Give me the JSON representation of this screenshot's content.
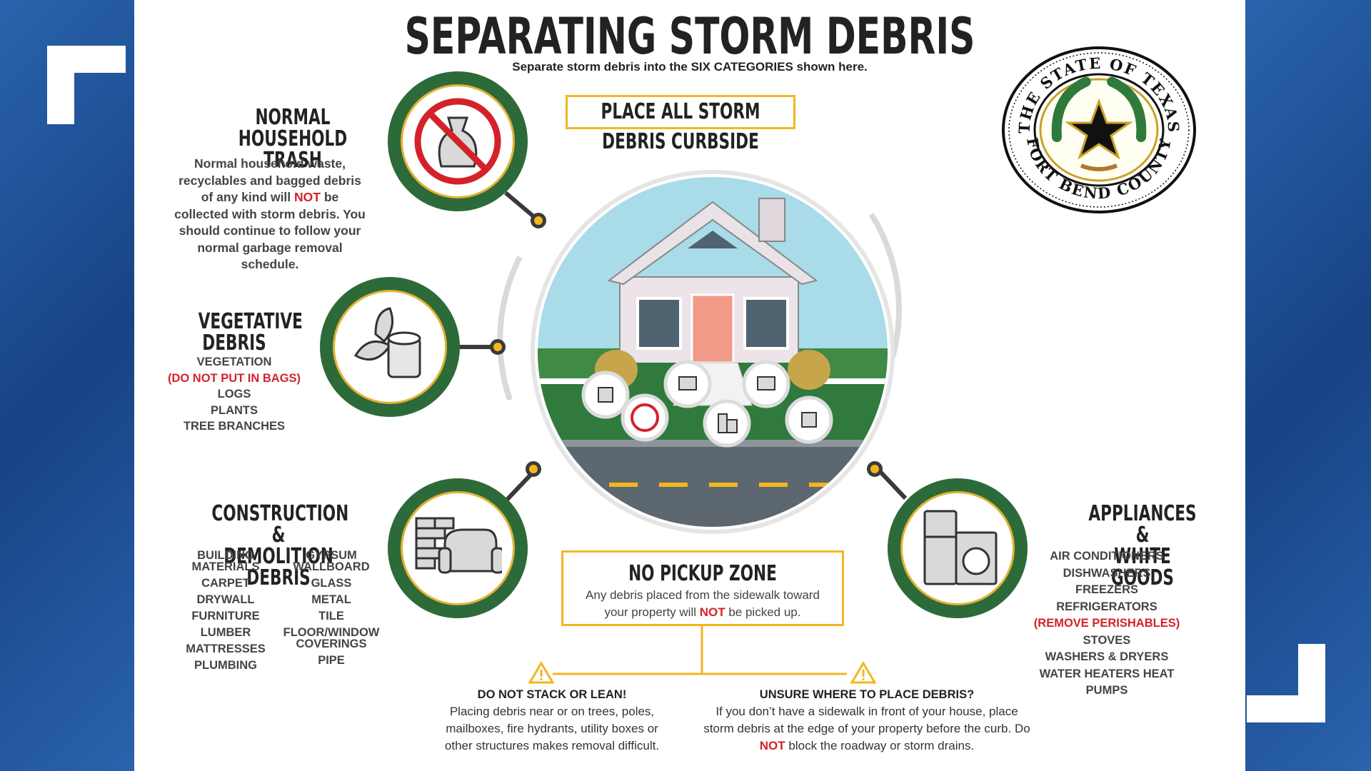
{
  "header": {
    "title": "SEPARATING STORM DEBRIS",
    "subtitle": "Separate storm debris into the SIX CATEGORIES shown here.",
    "curbside_label": "PLACE ALL STORM DEBRIS CURBSIDE"
  },
  "seal": {
    "top_text": "THE STATE OF TEXAS",
    "bottom_text": "FORT BEND COUNTY"
  },
  "categories": {
    "household": {
      "title_line1": "NORMAL",
      "title_line2": "HOUSEHOLD TRASH",
      "text_before": "Normal household waste, recyclables and bagged debris of any kind will ",
      "text_emph": "NOT",
      "text_after": " be collected with storm debris. You should continue to follow your normal garbage removal schedule."
    },
    "vegetative": {
      "title_line1": "VEGETATIVE",
      "title_line2": "DEBRIS",
      "items": [
        "VEGETATION",
        "(DO NOT PUT IN BAGS)",
        "LOGS",
        "PLANTS",
        "TREE BRANCHES"
      ]
    },
    "construction": {
      "title_line1": "CONSTRUCTION &",
      "title_line2": "DEMOLITION DEBRIS",
      "col1": [
        "BUILDING MATERIALS",
        "CARPET",
        "DRYWALL",
        "FURNITURE",
        "LUMBER",
        "MATTRESSES",
        "PLUMBING"
      ],
      "col2": [
        "GYPSUM WALLBOARD",
        "GLASS",
        "METAL",
        "TILE",
        "FLOOR/WINDOW COVERINGS",
        "PIPE"
      ]
    },
    "appliances": {
      "title_line1": "APPLIANCES &",
      "title_line2": "WHITE GOODS",
      "items": [
        "AIR CONDITIONERS",
        "DISHWASHERS",
        "FREEZERS",
        "REFRIGERATORS",
        "(REMOVE PERISHABLES)",
        "STOVES",
        "WASHERS & DRYERS",
        "WATER HEATERS HEAT PUMPS"
      ]
    }
  },
  "no_pickup": {
    "title": "NO PICKUP ZONE",
    "text_before": "Any debris placed from the sidewalk toward your property will ",
    "text_emph": "NOT",
    "text_after": " be picked up."
  },
  "warnings": {
    "stack": {
      "title": "DO NOT STACK OR LEAN!",
      "text": "Placing debris near or on trees, poles, mailboxes, fire hydrants, utility boxes or other structures makes removal difficult."
    },
    "unsure": {
      "title": "UNSURE WHERE TO PLACE DEBRIS?",
      "text_before": "If you don’t have a sidewalk in front of your house, place storm debris at the edge of your property before the curb. Do ",
      "text_emph": "NOT",
      "text_after": " block the roadway or storm drains."
    }
  },
  "colors": {
    "brand_blue": "#1c4f94",
    "accent_yellow": "#f3b61f",
    "ring_green": "#2d6a3a",
    "alert_red": "#d3222a"
  },
  "icons": [
    "no-trash-bag-icon",
    "vegetation-stump-icon",
    "bricks-couch-icon",
    "fridge-washer-icon",
    "tv-icon",
    "warning-icon",
    "texas-star-seal-icon"
  ]
}
